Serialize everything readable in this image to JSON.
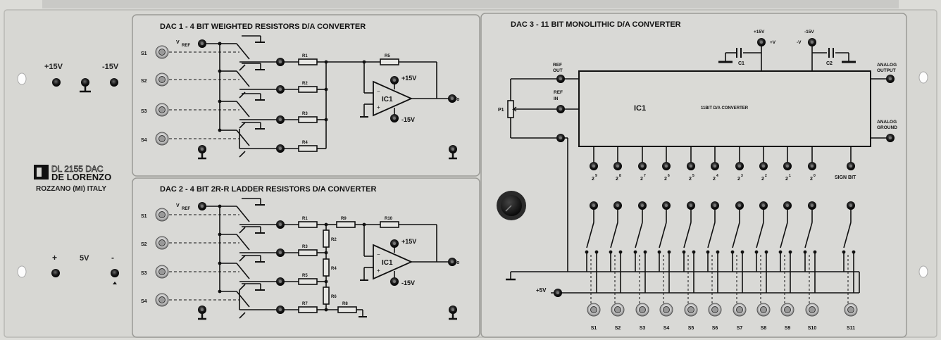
{
  "panel": {
    "supply_pos15": "+15V",
    "supply_neg15": "-15V",
    "supply_plus": "+",
    "supply_5v": "5V",
    "supply_minus": "-",
    "logo_model": "DL 2155 DAC",
    "logo_brand": "DE LORENZO",
    "logo_city": "ROZZANO  (MI)  ITALY"
  },
  "dac1": {
    "title": "DAC 1 - 4 BIT WEIGHTED RESISTORS D/A CONVERTER",
    "switches": [
      "S1",
      "S2",
      "S3",
      "S4"
    ],
    "vref_v": "V",
    "vref_sub": "REF",
    "resistors": [
      "R1",
      "R2",
      "R3",
      "R4"
    ],
    "feedback": "R5",
    "opamp": "IC1",
    "vpos": "+15V",
    "vneg": "-15V",
    "vo": "Vo"
  },
  "dac2": {
    "title": "DAC 2 - 4 BIT 2R-R LADDER RESISTORS D/A CONVERTER",
    "switches": [
      "S1",
      "S2",
      "S3",
      "S4"
    ],
    "vref_v": "V",
    "vref_sub": "REF",
    "series_resistors": [
      "R1",
      "R3",
      "R5",
      "R7"
    ],
    "shunt_resistors": [
      "R2",
      "R4",
      "R6"
    ],
    "r9": "R9",
    "r8": "R8",
    "r10": "R10",
    "opamp": "IC1",
    "vpos": "+15V",
    "vneg": "-15V",
    "vo": "Vo"
  },
  "dac3": {
    "title": "DAC 3 - 11 BIT MONOLITHIC D/A CONVERTER",
    "ref_out": [
      "REF",
      "OUT"
    ],
    "ref_in": [
      "REF",
      "IN"
    ],
    "pot": "P1",
    "ic": "IC1",
    "ic_desc": "11BIT D/A CONVERTER",
    "analog_output": [
      "ANALOG",
      "OUTPUT"
    ],
    "analog_ground": [
      "ANALOG",
      "GROUND"
    ],
    "cap_pos_supply": "+15V",
    "cap_pos_pin": "+V",
    "cap_neg_supply": "-15V",
    "cap_neg_pin": "-V",
    "c1": "C1",
    "c2": "C2",
    "bit_base": "2",
    "bit_exponents": [
      "9",
      "8",
      "7",
      "6",
      "5",
      "4",
      "3",
      "2",
      "1",
      "0"
    ],
    "sign_bit": "SIGN BIT",
    "plus5v": "+5V",
    "switches": [
      "S1",
      "S2",
      "S3",
      "S4",
      "S5",
      "S6",
      "S7",
      "S8",
      "S9",
      "S10",
      "S11"
    ]
  }
}
